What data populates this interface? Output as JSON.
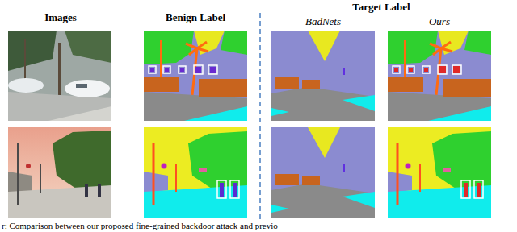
{
  "diagram": {
    "caption": "r: Comparison between our proposed fine-grained backdoor attack and previo",
    "labels": [
      "Images",
      "Benign Label",
      "Target Label",
      "BadNets",
      "Ours"
    ]
  }
}
